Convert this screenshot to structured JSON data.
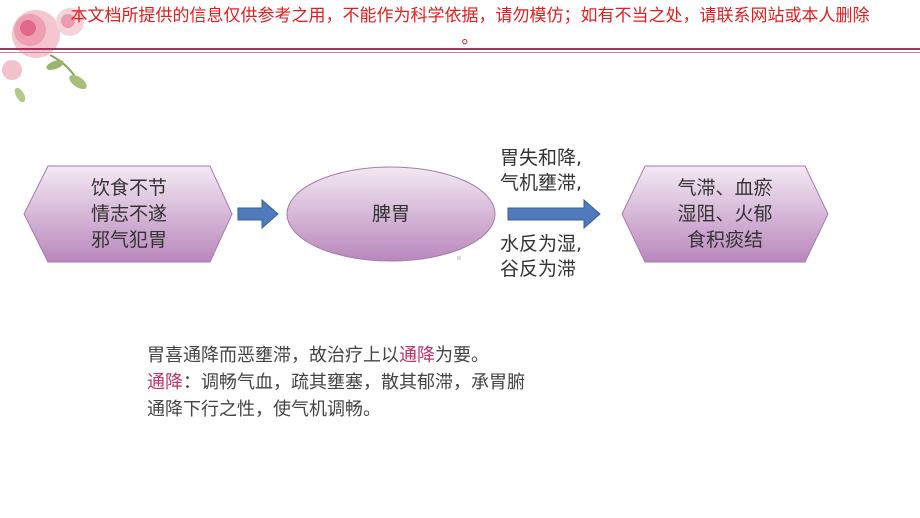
{
  "disclaimer": {
    "line1": "本文档所提供的信息仅供参考之用，不能作为科学依据，请勿模仿；如有不当之处，请联系网站或本人删除",
    "line2": "。"
  },
  "diagram": {
    "causes": {
      "line1": "饮食不节",
      "line2": "情志不遂",
      "line3": "邪气犯胃"
    },
    "center": "脾胃",
    "upper_note": {
      "line1": "胃失和降,",
      "line2": "气机壅滞,"
    },
    "lower_note": {
      "line1": "水反为湿,",
      "line2": "谷反为滞"
    },
    "results": {
      "line1": "气滞、血瘀",
      "line2": "湿阻、火郁",
      "line3": "食积痰结"
    }
  },
  "body": {
    "p1_a": "胃喜通降而恶壅滞，故治疗上以",
    "p1_hl": "通降",
    "p1_b": "为要。",
    "p2_hl": "通降",
    "p2_a": "：调畅气血，疏其壅塞，散其郁滞，承胃腑",
    "p3": "通降下行之性，使气机调畅。"
  },
  "colors": {
    "accent": "#c1326a",
    "rule": "#a8325a",
    "shape_fill_light": "#ecdcec",
    "shape_fill_dark": "#b98cbd",
    "arrow": "#4f7bbd",
    "disclaimer_red": "#e11e1e"
  }
}
